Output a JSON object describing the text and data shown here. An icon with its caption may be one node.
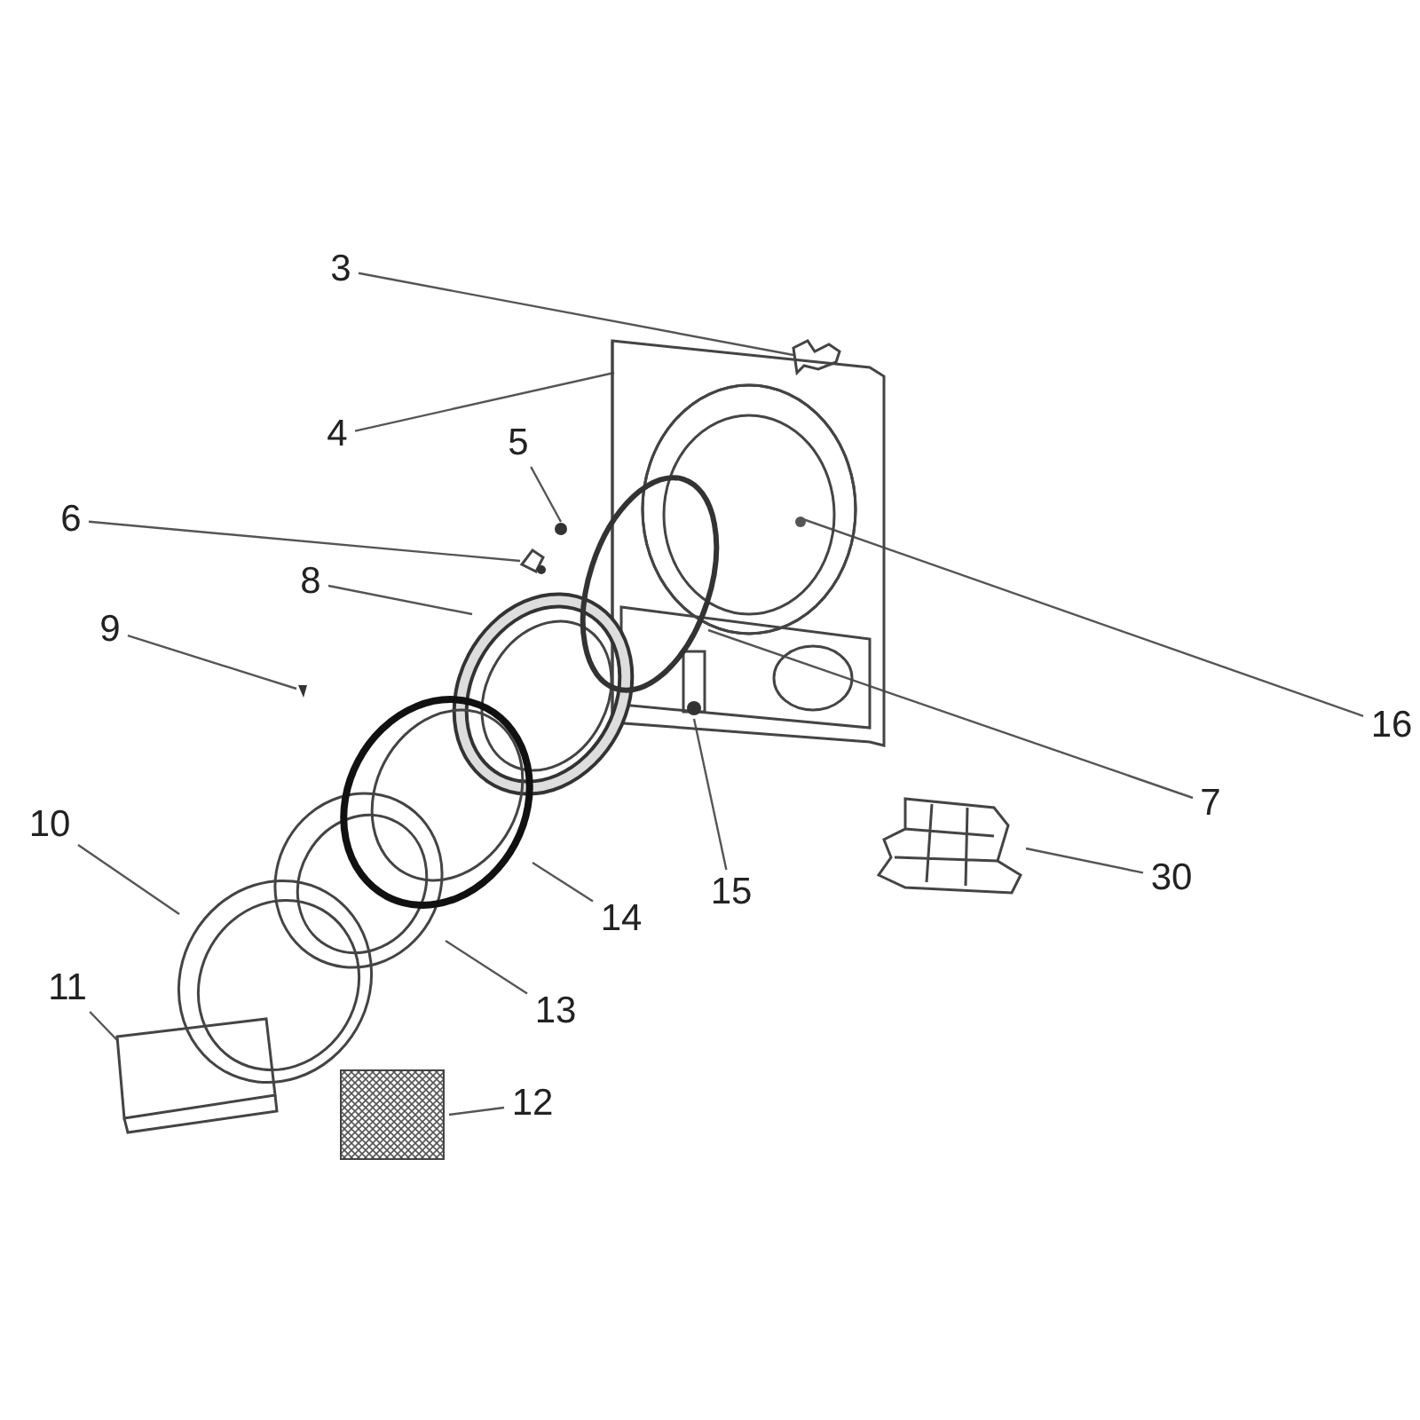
{
  "diagram": {
    "nodes": [
      {
        "text": [
          "3"
        ]
      },
      {
        "text": [
          "4"
        ]
      },
      {
        "text": [
          "5"
        ]
      },
      {
        "text": [
          "6"
        ]
      },
      {
        "text": [
          "8"
        ]
      },
      {
        "text": [
          "9"
        ]
      },
      {
        "text": [
          "10"
        ]
      },
      {
        "text": [
          "16"
        ]
      },
      {
        "text": [
          "7"
        ]
      },
      {
        "text": [
          "14"
        ]
      },
      {
        "text": [
          "15"
        ]
      },
      {
        "text": [
          "30"
        ]
      },
      {
        "text": [
          "13"
        ]
      },
      {
        "text": [
          "11"
        ]
      },
      {
        "text": [
          "12"
        ]
      },
      {
        "text": [],
        "shape": "picture"
      },
      {
        "text": [],
        "shape": "picture"
      },
      {
        "text": [],
        "shape": "circle"
      },
      {
        "text": [],
        "shape": "picture"
      },
      {
        "text": [],
        "shape": "picture"
      },
      {
        "text": [],
        "shape": "picture"
      },
      {
        "text": [],
        "shape": "picture"
      },
      {
        "text": [],
        "shape": "picture"
      },
      {
        "text": [],
        "shape": "box"
      },
      {
        "text": [],
        "shape": "picture"
      },
      {
        "text": [],
        "shape": "picture"
      },
      {
        "text": [],
        "shape": "box",
        "in": 16
      },
      {
        "text": [],
        "shape": "circle",
        "in": 16
      },
      {
        "text": [],
        "shape": "circle"
      },
      {
        "text": [],
        "shape": "picture"
      }
    ],
    "edges": [
      {
        "from": 0,
        "to": 15,
        "arrow": "none"
      },
      {
        "from": 1,
        "to": 16,
        "arrow": "none"
      },
      {
        "from": 2,
        "to": 17,
        "arrow": "none"
      },
      {
        "from": 3,
        "to": 18,
        "arrow": "none"
      },
      {
        "from": 4,
        "to": 19,
        "arrow": "none"
      },
      {
        "from": 5,
        "to": 20,
        "arrow": "none"
      },
      {
        "from": 6,
        "to": 21,
        "arrow": "none"
      },
      {
        "from": 7,
        "to": 27,
        "arrow": "none"
      },
      {
        "from": 8,
        "to": 28,
        "arrow": "none"
      },
      {
        "from": 9,
        "to": 25,
        "arrow": "none"
      },
      {
        "from": 10,
        "to": 26,
        "arrow": "none"
      },
      {
        "from": 11,
        "to": 29,
        "arrow": "none"
      },
      {
        "from": 12,
        "to": 24,
        "arrow": "none"
      },
      {
        "from": 13,
        "to": 22,
        "arrow": "none"
      },
      {
        "from": 14,
        "to": 23,
        "arrow": "none"
      }
    ]
  }
}
